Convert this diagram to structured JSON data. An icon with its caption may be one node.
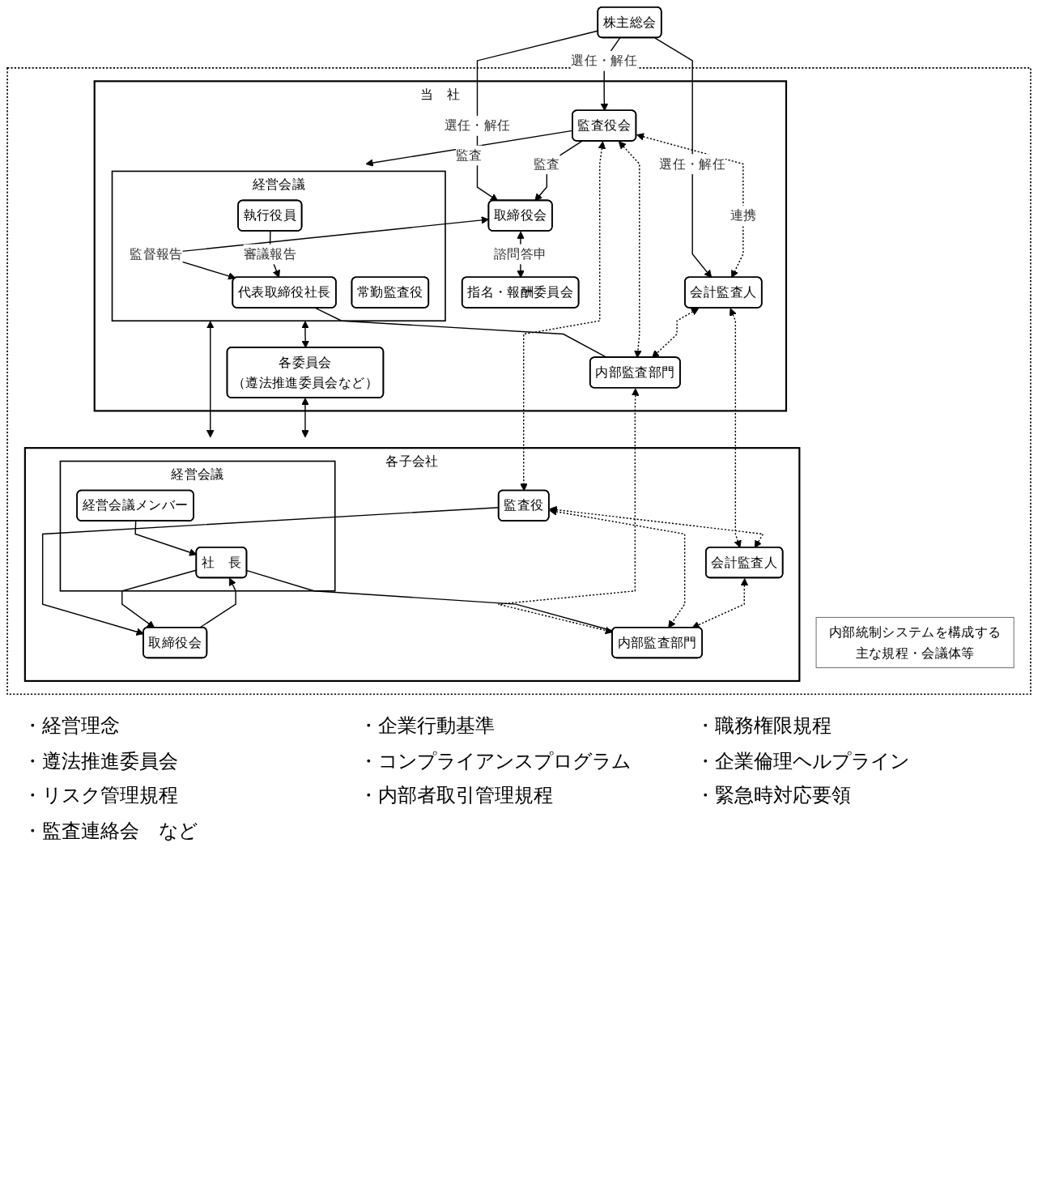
{
  "diagram": {
    "nodes": [
      {
        "text": [
          "株主総会"
        ]
      },
      {
        "text": [],
        "shape": "box"
      },
      {
        "text": [
          "当　社"
        ],
        "in": 1
      },
      {
        "text": [
          "取締役会"
        ],
        "in": 2
      },
      {
        "text": [
          "監査役会"
        ],
        "in": 2
      },
      {
        "text": [
          "会計監査人"
        ],
        "in": 2
      },
      {
        "text": [
          "指名・報酬委員会"
        ],
        "in": 2
      },
      {
        "text": [
          "経営会議"
        ],
        "in": 2
      },
      {
        "text": [
          "代表取締役社長"
        ],
        "in": 7
      },
      {
        "text": [
          "執行役員"
        ],
        "in": 7
      },
      {
        "text": [
          "常勤監査役"
        ],
        "in": 7
      },
      {
        "text": [
          "内部監査部門"
        ],
        "in": 2
      },
      {
        "text": [
          "各委員会",
          "（遵法推進委員会など）"
        ],
        "in": 2
      },
      {
        "text": [
          "内部統制システムを構成する主な規程・会議体等"
        ],
        "in": 1
      },
      {
        "text": [
          "各子会社"
        ],
        "in": 1
      },
      {
        "text": [
          "取締役会"
        ],
        "in": 14
      },
      {
        "text": [
          "監査役"
        ],
        "in": 14
      },
      {
        "text": [
          "会計監査人"
        ],
        "in": 14
      },
      {
        "text": [
          "経営会議"
        ],
        "in": 14
      },
      {
        "text": [
          "社　長"
        ],
        "in": 18
      },
      {
        "text": [
          "経営会議メンバー"
        ],
        "in": 18
      },
      {
        "text": [
          "内部監査部門"
        ],
        "in": 14
      }
    ],
    "edges": [
      {
        "from": 0,
        "to": 3,
        "arrow": "to",
        "label": "選任・解任"
      },
      {
        "from": 0,
        "to": 4,
        "arrow": "to",
        "label": "選任・解任"
      },
      {
        "from": 0,
        "to": 5,
        "arrow": "to",
        "label": "選任・解任"
      },
      {
        "from": 4,
        "to": 3,
        "arrow": "to",
        "label": "監査"
      },
      {
        "from": 4,
        "to": 5,
        "arrow": "both",
        "label": "連携",
        "style": "dashed"
      },
      {
        "from": 3,
        "to": 6,
        "arrow": "both",
        "label": "諮問答申"
      },
      {
        "from": 4,
        "to": 7,
        "arrow": "to",
        "label": "監査"
      },
      {
        "from": 3,
        "to": 8,
        "arrow": "both",
        "label": "監督報告"
      },
      {
        "from": 9,
        "to": 8,
        "arrow": "to",
        "label": "審議報告"
      },
      {
        "from": 8,
        "to": 11,
        "arrow": "none"
      },
      {
        "from": 4,
        "to": 11,
        "arrow": "both",
        "style": "dashed"
      },
      {
        "from": 5,
        "to": 11,
        "arrow": "both",
        "style": "dashed"
      },
      {
        "from": 4,
        "to": 16,
        "arrow": "both",
        "style": "dashed"
      },
      {
        "from": 5,
        "to": 17,
        "arrow": "both",
        "style": "dashed"
      },
      {
        "from": 11,
        "to": 21,
        "arrow": "both",
        "style": "dashed"
      },
      {
        "from": 7,
        "to": 14,
        "arrow": "both"
      },
      {
        "from": 7,
        "to": 12,
        "arrow": "both"
      },
      {
        "from": 12,
        "to": 14,
        "arrow": "both"
      },
      {
        "from": 16,
        "to": 15,
        "arrow": "to"
      },
      {
        "from": 15,
        "to": 19,
        "arrow": "to"
      },
      {
        "from": 19,
        "to": 15,
        "arrow": "to"
      },
      {
        "from": 20,
        "to": 19,
        "arrow": "to"
      },
      {
        "from": 19,
        "to": 21,
        "arrow": "none"
      },
      {
        "from": 16,
        "to": 17,
        "arrow": "both",
        "style": "dashed"
      },
      {
        "from": 16,
        "to": 21,
        "arrow": "both",
        "style": "dashed"
      },
      {
        "from": 17,
        "to": 21,
        "arrow": "both",
        "style": "dashed"
      }
    ],
    "labels": [
      "・経営理念",
      "・企業行動基準",
      "・職務権限規程",
      "・遵法推進委員会",
      "・コンプライアンスプログラム",
      "・企業倫理ヘルプライン",
      "・リスク管理規程",
      "・内部者取引管理規程",
      "・緊急時対応要領",
      "・監査連絡会　など"
    ]
  }
}
